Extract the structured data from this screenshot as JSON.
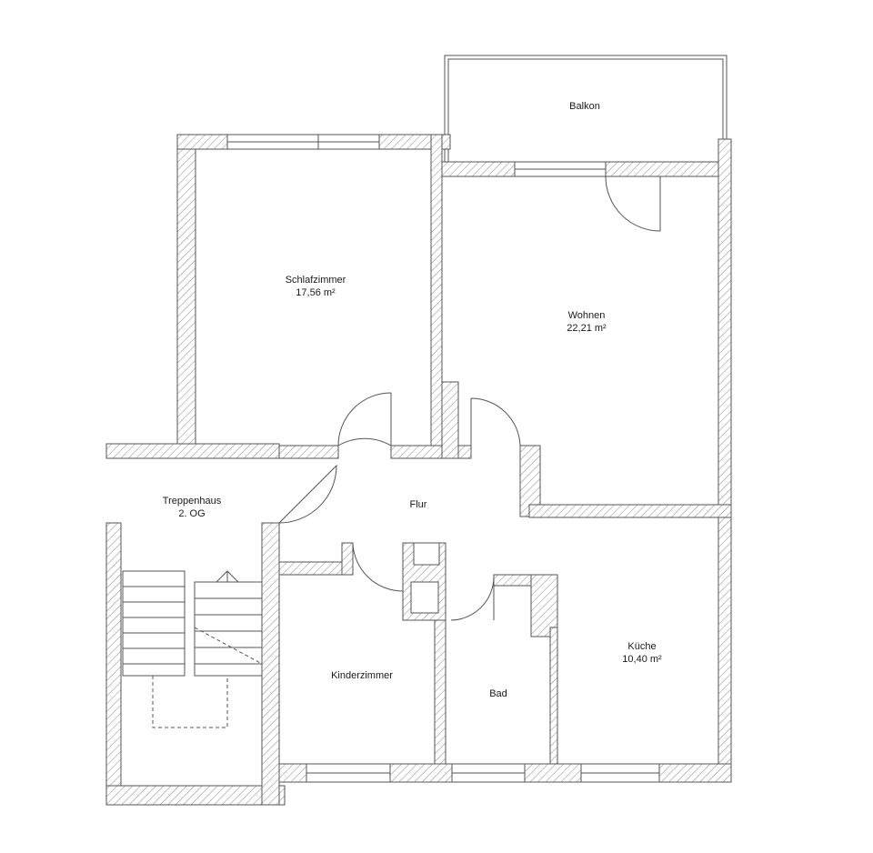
{
  "rooms": {
    "balkon": {
      "name": "Balkon"
    },
    "schlafzimmer": {
      "name": "Schlafzimmer",
      "area": "17,56 m²"
    },
    "wohnen": {
      "name": "Wohnen",
      "area": "22,21 m²"
    },
    "treppenhaus": {
      "name": "Treppenhaus",
      "floor": "2. OG"
    },
    "flur": {
      "name": "Flur"
    },
    "kinderzimmer": {
      "name": "Kinderzimmer"
    },
    "bad": {
      "name": "Bad"
    },
    "kueche": {
      "name": "Küche",
      "area": "10,40 m²"
    }
  },
  "colors": {
    "line": "#555555",
    "hatch": "#888888",
    "background": "#ffffff",
    "text": "#1a1a1a"
  }
}
